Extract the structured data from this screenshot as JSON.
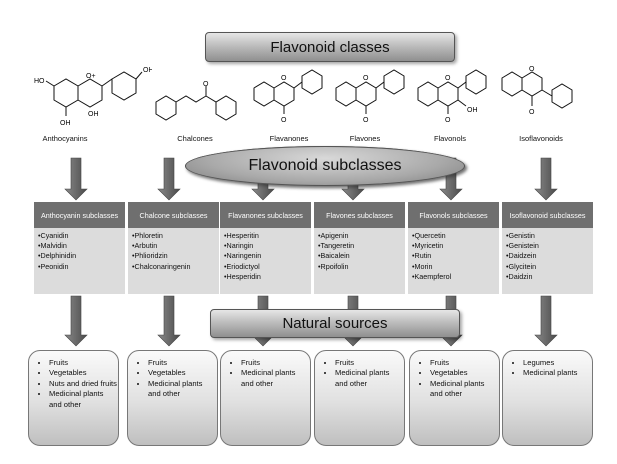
{
  "headers": {
    "classes": "Flavonoid classes",
    "subclasses": "Flavonoid subclasses",
    "sources": "Natural sources"
  },
  "structures": [
    {
      "name": "Anthocyanins",
      "icon": "anthocyanin-structure",
      "substituents": [
        "OH",
        "HO",
        "OH",
        "OH",
        "O+"
      ]
    },
    {
      "name": "Chalcones",
      "icon": "chalcone-structure",
      "substituents": [
        "O"
      ]
    },
    {
      "name": "Flavanones",
      "icon": "flavanone-structure",
      "substituents": [
        "O",
        "O"
      ]
    },
    {
      "name": "Flavones",
      "icon": "flavone-structure",
      "substituents": [
        "O",
        "O"
      ]
    },
    {
      "name": "Flavonols",
      "icon": "flavonol-structure",
      "substituents": [
        "O",
        "O",
        "OH"
      ]
    },
    {
      "name": "Isoflavonoids",
      "icon": "isoflavonoid-structure",
      "substituents": [
        "O",
        "O"
      ]
    }
  ],
  "subclasses": [
    {
      "title": "Anthocyanin subclasses",
      "items": [
        "•Cyanidin",
        "•Malvidin",
        "•Delphinidin",
        "•Peonidin"
      ]
    },
    {
      "title": "Chalcone subclasses",
      "items": [
        "•Phloretin",
        "•Arbutin",
        "•Phlioridzin",
        "•Chalconaringenin"
      ]
    },
    {
      "title": "Flavanones subclasses",
      "items": [
        "•Hesperitin",
        "•Naringin",
        "•Naringenin",
        "•Eriodictyol",
        "•Hesperidin"
      ]
    },
    {
      "title": "Flavones subclasses",
      "items": [
        "•Apigenin",
        "•Tangeretin",
        "•Baicalein",
        "•Rpoifolin"
      ]
    },
    {
      "title": "Flavonols subclasses",
      "items": [
        "•Quercetin",
        "•Myricetin",
        "•Rutin",
        "•Morin",
        "•Kaempferol"
      ]
    },
    {
      "title": "Isoflavonoid subclasses",
      "items": [
        "•Genistin",
        "•Genistein",
        "•Daidzein",
        "•Glycitein",
        "•Daidzin"
      ]
    }
  ],
  "sources": [
    {
      "items": [
        "Fruits",
        "Vegetables",
        "Nuts and dried fruits",
        "Medicinal plants and other"
      ]
    },
    {
      "items": [
        "Fruits",
        "Vegetables",
        "Medicinal plants and other"
      ]
    },
    {
      "items": [
        "Fruits",
        "Medicinal plants and other"
      ]
    },
    {
      "items": [
        "Fruits",
        "Medicinal plants and other"
      ]
    },
    {
      "items": [
        "Fruits",
        "Vegetables",
        "Medicinal plants and other"
      ]
    },
    {
      "items": [
        "Legumes",
        "Medicinal plants"
      ]
    }
  ]
}
